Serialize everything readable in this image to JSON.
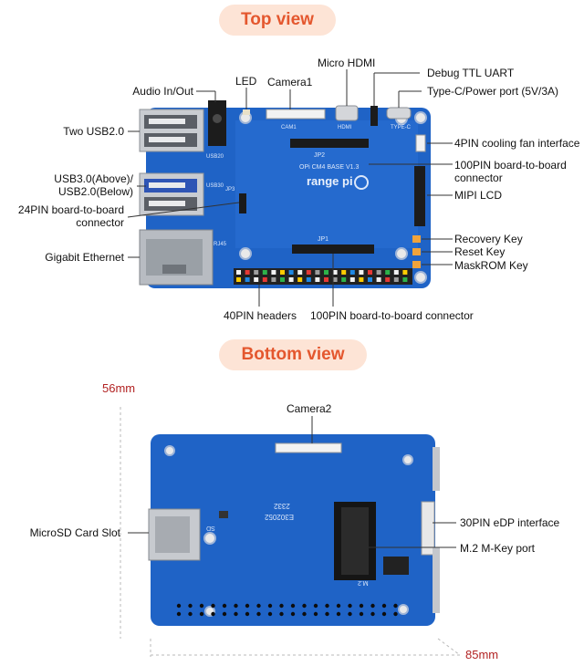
{
  "sections": {
    "top_title": "Top view",
    "bottom_title": "Bottom view"
  },
  "top_labels": {
    "audio": "Audio In/Out",
    "led": "LED",
    "camera1": "Camera1",
    "micro_hdmi": "Micro HDMI",
    "debug_uart": "Debug TTL UART",
    "typec": "Type-C/Power port (5V/3A)",
    "usb2": "Two USB2.0",
    "fan": "4PIN cooling fan interface",
    "usb3_line1": "USB3.0(Above)/",
    "usb3_line2": "USB2.0(Below)",
    "b2b100_right_line1": "100PIN board-to-board",
    "b2b100_right_line2": "connector",
    "pin24_line1": "24PIN board-to-board",
    "pin24_line2": "connector",
    "mipi_lcd": "MIPI LCD",
    "ethernet": "Gigabit Ethernet",
    "recovery": "Recovery Key",
    "reset": "Reset Key",
    "maskrom": "MaskROM Key",
    "header40": "40PIN headers",
    "b2b100_bottom": "100PIN board-to-board connector"
  },
  "top_silkscreen": {
    "brand": "range pi",
    "board": "OPi CM4 BASE V1.3",
    "jp1": "JP1",
    "jp2": "JP2",
    "jp3": "JP3",
    "usb20": "USB20",
    "usb30": "USB30",
    "rj45": "RJ45",
    "cam1": "CAM1",
    "hdmi": "HDMI",
    "typec": "TYPE-C"
  },
  "bottom_labels": {
    "height_dim": "56mm",
    "width_dim": "85mm",
    "camera2": "Camera2",
    "microsd": "MicroSD Card Slot",
    "edp": "30PIN eDP interface",
    "m2": "M.2 M-Key port"
  },
  "bottom_silkscreen": {
    "code1": "2332",
    "code2": "E302052",
    "sd": "SD",
    "m2": "M.2"
  },
  "colors": {
    "accent": "#e4572e",
    "pill_bg": "#fde4d6",
    "pcb": "#1f63c6",
    "dimension": "#b22222"
  }
}
